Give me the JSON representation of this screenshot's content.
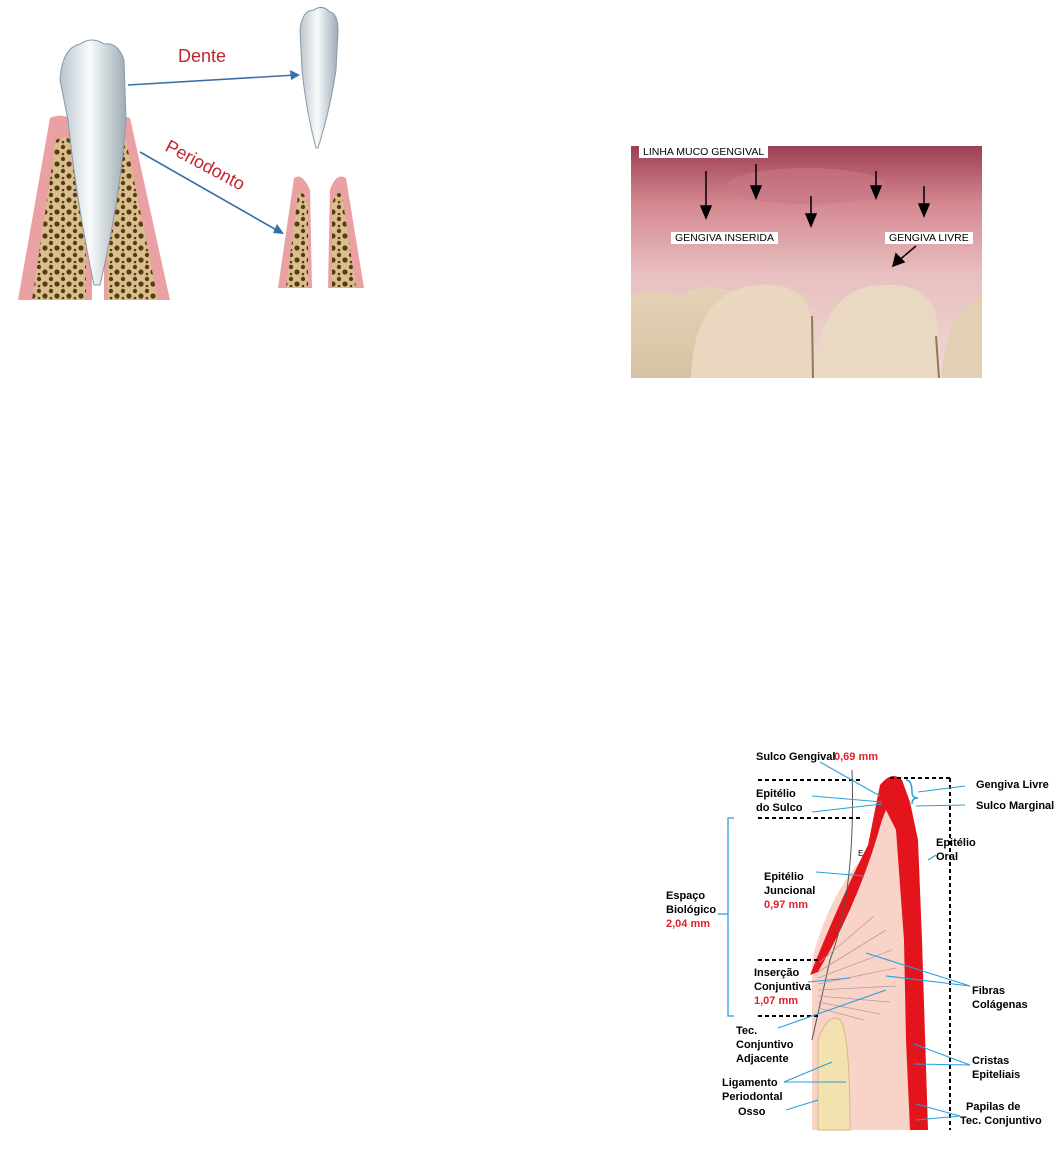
{
  "figure_tooth": {
    "label_dente": "Dente",
    "label_periodonto": "Periodonto",
    "label_color": "#c0262b",
    "arrow_color": "#3a6ea8"
  },
  "figure_gingiva_photo": {
    "label_linha": "LINHA MUCO GENGIVAL",
    "label_inserida": "GENGIVA INSERIDA",
    "label_livre": "GENGIVA LIVRE"
  },
  "figure_diagram": {
    "sulco_gengival": "Sulco Gengival",
    "sulco_gengival_mm": "0,69 mm",
    "epitelio_do_sulco_1": "Epitélio",
    "epitelio_do_sulco_2": "do Sulco",
    "gengiva_livre": "Gengiva Livre",
    "sulco_marginal": "Sulco Marginal",
    "epitelio_oral_1": "Epitélio",
    "epitelio_oral_2": "Oral",
    "letra_e": "E",
    "espaco_1": "Espaço",
    "espaco_2": "Biológico",
    "espaco_mm": "2,04 mm",
    "juncional_1": "Epitélio",
    "juncional_2": "Juncional",
    "juncional_mm": "0,97 mm",
    "insercao_1": "Inserção",
    "insercao_2": "Conjuntiva",
    "insercao_mm": "1,07 mm",
    "fibras_1": "Fibras",
    "fibras_2": "Colágenas",
    "tec_1": "Tec.",
    "tec_2": "Conjuntivo",
    "tec_3": "Adjacente",
    "cristas_1": "Cristas",
    "cristas_2": "Epiteliais",
    "ligamento_1": "Ligamento",
    "ligamento_2": "Periodontal",
    "osso": "Osso",
    "papilas_1": "Papilas de",
    "papilas_2": "Tec. Conjuntivo",
    "measure_color": "#e0202a",
    "leader_color": "#2a9fd8"
  }
}
